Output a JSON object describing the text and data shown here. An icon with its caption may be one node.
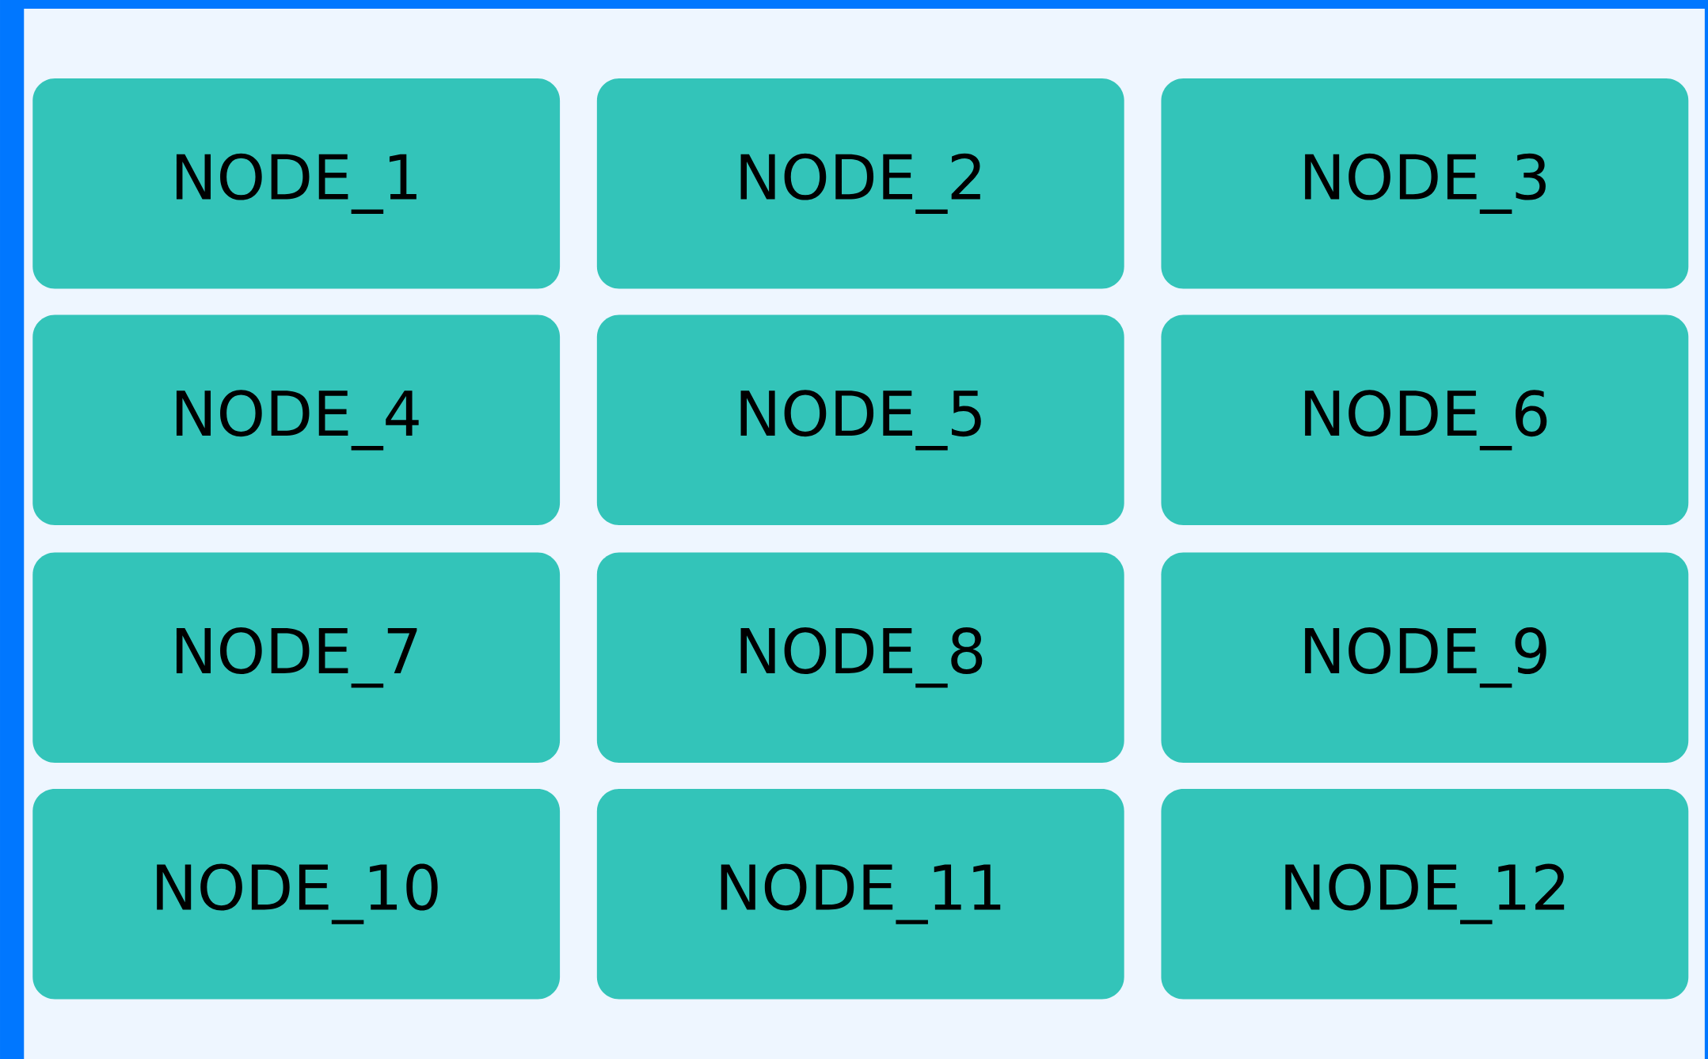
{
  "diagram": {
    "nodes": [
      {
        "text": [
          "NODE_1"
        ]
      },
      {
        "text": [
          "NODE_2"
        ]
      },
      {
        "text": [
          "NODE_3"
        ]
      },
      {
        "text": [
          "NODE_4"
        ]
      },
      {
        "text": [
          "NODE_5"
        ]
      },
      {
        "text": [
          "NODE_6"
        ]
      },
      {
        "text": [
          "NODE_7"
        ]
      },
      {
        "text": [
          "NODE_8"
        ]
      },
      {
        "text": [
          "NODE_9"
        ]
      },
      {
        "text": [
          "NODE_10"
        ]
      },
      {
        "text": [
          "NODE_11"
        ]
      },
      {
        "text": [
          "NODE_12"
        ]
      }
    ]
  }
}
